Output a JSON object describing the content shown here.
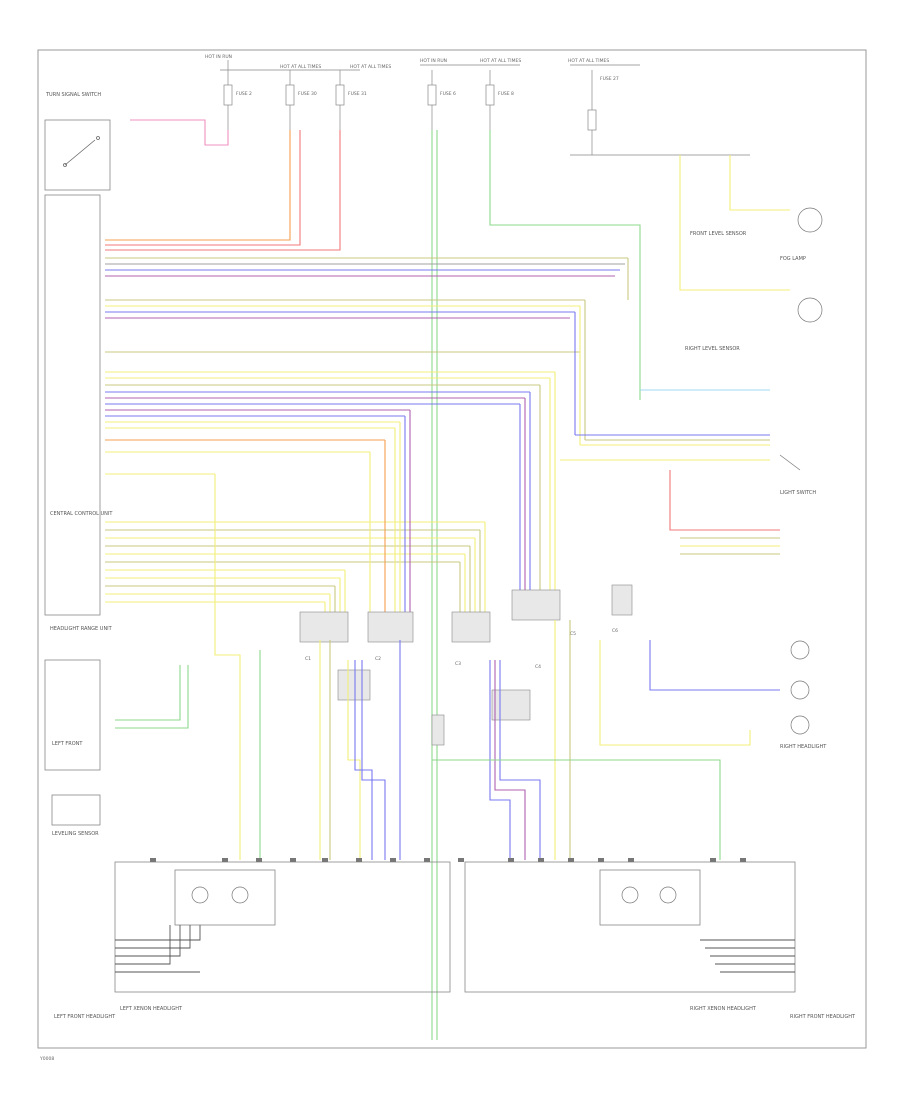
{
  "diagram": {
    "page_label": "Y0008",
    "ref_note": "",
    "colors": {
      "red": "#f07878",
      "orange": "#f5a050",
      "pink": "#f090c0",
      "green": "#8ed88e",
      "yellow": "#f3ef78",
      "blue": "#7878f0",
      "purple": "#b060b0",
      "olive": "#c8c880",
      "gray": "#a0a0a0",
      "black": "#555555",
      "lightblue": "#a0d8f0"
    },
    "top_labels": [
      "HOT IN RUN",
      "HOT AT ALL TIMES",
      "HOT AT ALL TIMES",
      "HOT IN RUN",
      "HOT AT ALL TIMES",
      "HOT AT ALL TIMES"
    ],
    "fuse_labels": [
      "FUSE 2",
      "FUSE 30",
      "FUSE 31",
      "FUSE 6",
      "FUSE 8",
      "FUSE 27"
    ],
    "left_labels": {
      "turn_switch": "TURN SIGNAL SWITCH",
      "module": "CENTRAL CONTROL UNIT",
      "ls_unit": "HEADLIGHT RANGE UNIT",
      "lamp_left": "LEFT FRONT",
      "sensor": "LEVELING SENSOR",
      "left_assy": "LEFT FRONT HEADLIGHT"
    },
    "right_labels": {
      "front_sensor": "FRONT LEVEL SENSOR",
      "fog_lamp": "FOG LAMP",
      "right_sensor": "RIGHT LEVEL SENSOR",
      "switch": "LIGHT SWITCH",
      "right_assy": "RIGHT FRONT HEADLIGHT",
      "right_lamp": "RIGHT HEADLIGHT"
    },
    "connectors": [
      "C1",
      "C2",
      "C3",
      "C4",
      "C5",
      "C6"
    ],
    "bottom_notes": {
      "left": "LEFT XENON HEADLIGHT",
      "right": "RIGHT XENON HEADLIGHT"
    }
  }
}
